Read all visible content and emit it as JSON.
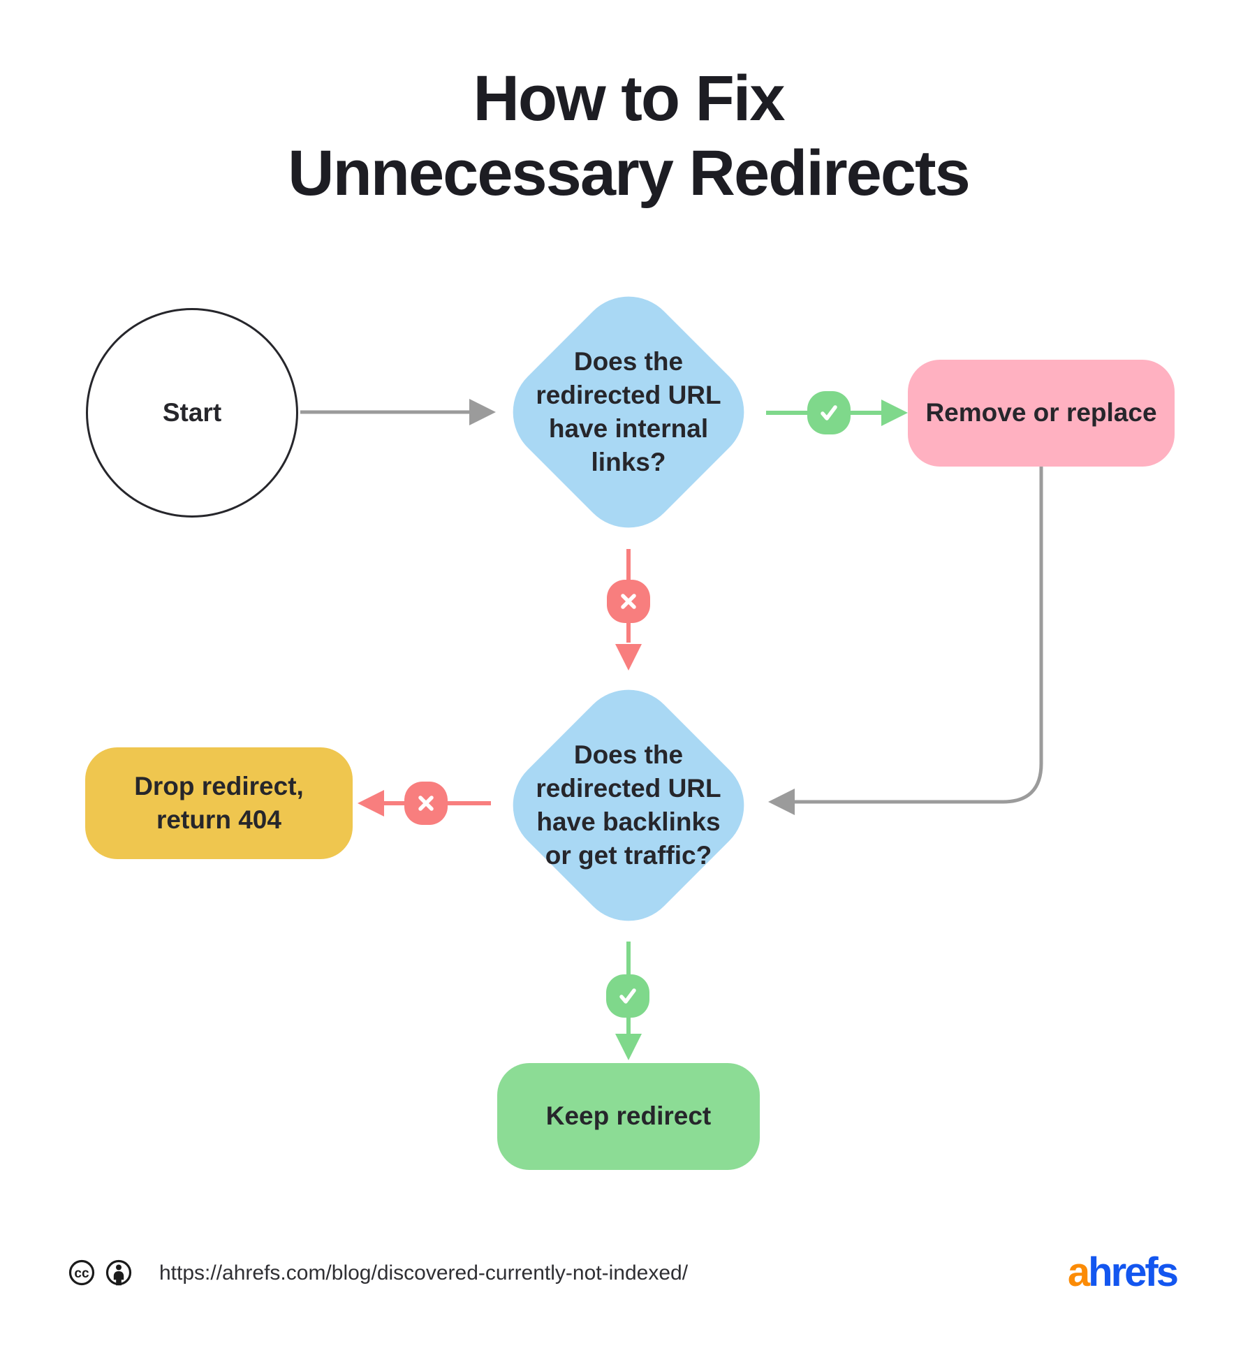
{
  "title": {
    "text": "How to Fix\nUnnecessary Redirects"
  },
  "flowchart": {
    "start": {
      "label": "Start",
      "shape": "circle"
    },
    "question1": {
      "label": "Does the redirected URL have internal links?",
      "shape": "diamond"
    },
    "remove_or_replace": {
      "label": "Remove or replace",
      "shape": "rounded-box"
    },
    "question2": {
      "label": "Does the redirected URL have backlinks or get traffic?",
      "shape": "diamond"
    },
    "drop_redirect": {
      "label": "Drop redirect,\nreturn 404",
      "shape": "rounded-box"
    },
    "keep_redirect": {
      "label": "Keep redirect",
      "shape": "rounded-box"
    },
    "edges": [
      {
        "from": "start",
        "to": "question1",
        "badge": "none"
      },
      {
        "from": "question1",
        "to": "remove_or_replace",
        "badge": "yes-check"
      },
      {
        "from": "question1",
        "to": "question2",
        "badge": "no-cross"
      },
      {
        "from": "remove_or_replace",
        "to": "question2",
        "badge": "none"
      },
      {
        "from": "question2",
        "to": "drop_redirect",
        "badge": "no-cross"
      },
      {
        "from": "question2",
        "to": "keep_redirect",
        "badge": "yes-check"
      }
    ],
    "icons": {
      "yes_badge": "check-icon",
      "no_badge": "cross-icon"
    }
  },
  "footer": {
    "license_icons": [
      "creative-commons-icon",
      "attribution-person-icon"
    ],
    "cc_text": "cc",
    "url": "https://ahrefs.com/blog/discovered-currently-not-indexed/",
    "logo": {
      "prefix": "a",
      "suffix": "hrefs"
    }
  },
  "colors": {
    "question_fill": "#A9D8F4",
    "action_pink": "#FFB1C1",
    "action_yellow": "#EFC64F",
    "action_green": "#8CDC95",
    "yes_green": "#7FD88B",
    "no_red": "#F87E7E",
    "connector_gray": "#9B9B9B",
    "text_dark": "#26262B",
    "logo_orange": "#FB8B06",
    "logo_blue": "#1356EF"
  }
}
